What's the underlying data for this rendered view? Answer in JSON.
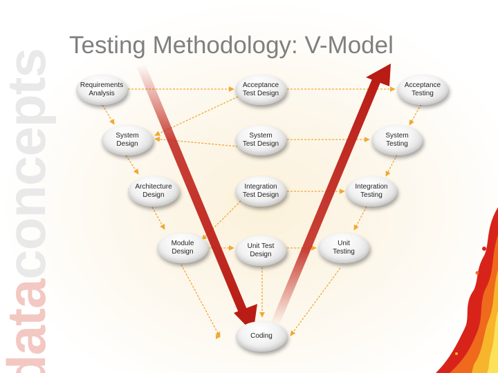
{
  "brand": {
    "part1": "data",
    "part2": "concepts"
  },
  "title": "Testing Methodology: V-Model",
  "nodes": {
    "requirements_analysis": "Requirements\nAnalysis",
    "system_design": "System\nDesign",
    "architecture_design": "Architecture\nDesign",
    "module_design": "Module\nDesign",
    "acceptance_test_design": "Acceptance\nTest Design",
    "system_test_design": "System\nTest Design",
    "integration_test_design": "Integration\nTest Design",
    "unit_test_design": "Unit Test\nDesign",
    "coding": "Coding",
    "acceptance_testing": "Acceptance\nTesting",
    "system_testing": "System\nTesting",
    "integration_testing": "Integration\nTesting",
    "unit_testing": "Unit\nTesting"
  },
  "colors": {
    "connector": "#f0a830",
    "arrow": "#c0221a",
    "title": "#7f7f7f"
  }
}
